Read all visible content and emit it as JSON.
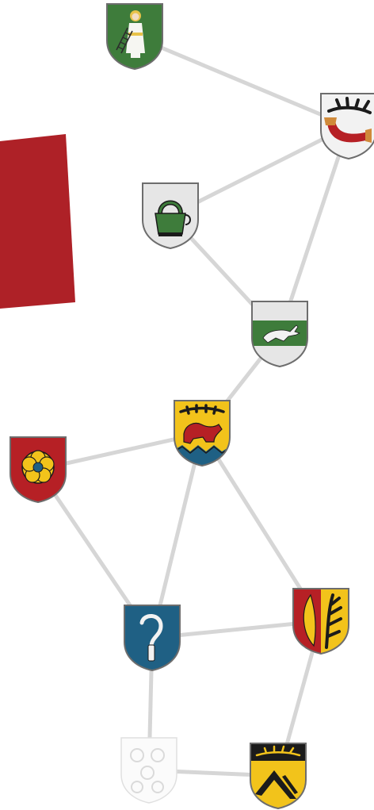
{
  "colors": {
    "background": "#ffffff",
    "connector": "#d6d6d6",
    "banner": "#ae2127",
    "shield_outline": "#6d6d6d",
    "white": "#f2f2f2",
    "silver": "#e2e2e2",
    "green": "#3e7c3b",
    "gold": "#f2c31b",
    "red": "#b62025",
    "blue": "#1f6084",
    "black": "#1b1b1b"
  },
  "graph": {
    "nodes": [
      {
        "id": "saint",
        "icon": "saint-with-ladder-icon",
        "field": "green",
        "charge": "white"
      },
      {
        "id": "antler-horn",
        "icon": "antler-and-horn-icon",
        "field": "white",
        "charge": "red"
      },
      {
        "id": "bucket",
        "icon": "bucket-icon",
        "field": "white",
        "charge": "green"
      },
      {
        "id": "hare",
        "icon": "running-hare-icon",
        "field": "green-over-white",
        "charge": "white"
      },
      {
        "id": "lion-antlers",
        "icon": "lion-and-antlers-icon",
        "field": "gold",
        "charge": "red"
      },
      {
        "id": "rose",
        "icon": "rose-icon",
        "field": "red",
        "charge": "gold"
      },
      {
        "id": "sickle",
        "icon": "sickle-icon",
        "field": "blue",
        "charge": "white"
      },
      {
        "id": "feather-antler",
        "icon": "feather-and-antler-icon",
        "field": "red-and-gold",
        "charge": "gold"
      },
      {
        "id": "faded",
        "icon": "faded-outline-icon",
        "field": "white",
        "charge": "silver"
      },
      {
        "id": "antler-chevron",
        "icon": "antler-and-chevron-icon",
        "field": "black-and-gold",
        "charge": "black"
      }
    ],
    "edges": [
      [
        "saint",
        "antler-horn"
      ],
      [
        "antler-horn",
        "bucket"
      ],
      [
        "antler-horn",
        "hare"
      ],
      [
        "bucket",
        "hare"
      ],
      [
        "hare",
        "lion-antlers"
      ],
      [
        "lion-antlers",
        "rose"
      ],
      [
        "lion-antlers",
        "sickle"
      ],
      [
        "lion-antlers",
        "feather-antler"
      ],
      [
        "rose",
        "sickle"
      ],
      [
        "sickle",
        "feather-antler"
      ],
      [
        "sickle",
        "faded"
      ],
      [
        "faded",
        "antler-chevron"
      ],
      [
        "feather-antler",
        "antler-chevron"
      ]
    ]
  }
}
